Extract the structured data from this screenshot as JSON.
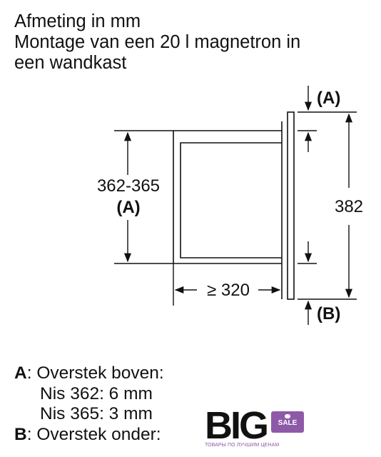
{
  "title": {
    "line1": "Afmeting in mm",
    "line2": "Montage van een 20 l magnetron in",
    "line3": "een wandkast"
  },
  "diagram": {
    "label_a_top": "(A)",
    "label_b_bottom": "(B)",
    "label_height_left": "362-365",
    "label_height_left_sub": "(A)",
    "label_height_right": "382",
    "label_depth": "≥ 320"
  },
  "legend": {
    "a_key": "A",
    "a_text": ": Overstek boven:",
    "a_line2": "Nis 362: 6 mm",
    "a_line3": "Nis 365: 3 mm",
    "b_key": "B",
    "b_text": ": Overstek onder:"
  },
  "logo": {
    "big": "BIG",
    "sale": "SALE",
    "tagline": "ТОВАРЫ ПО ЛУЧШИМ ЦЕНАМ"
  },
  "colors": {
    "line": "#111111",
    "logo_accent": "#8e5aa8"
  }
}
